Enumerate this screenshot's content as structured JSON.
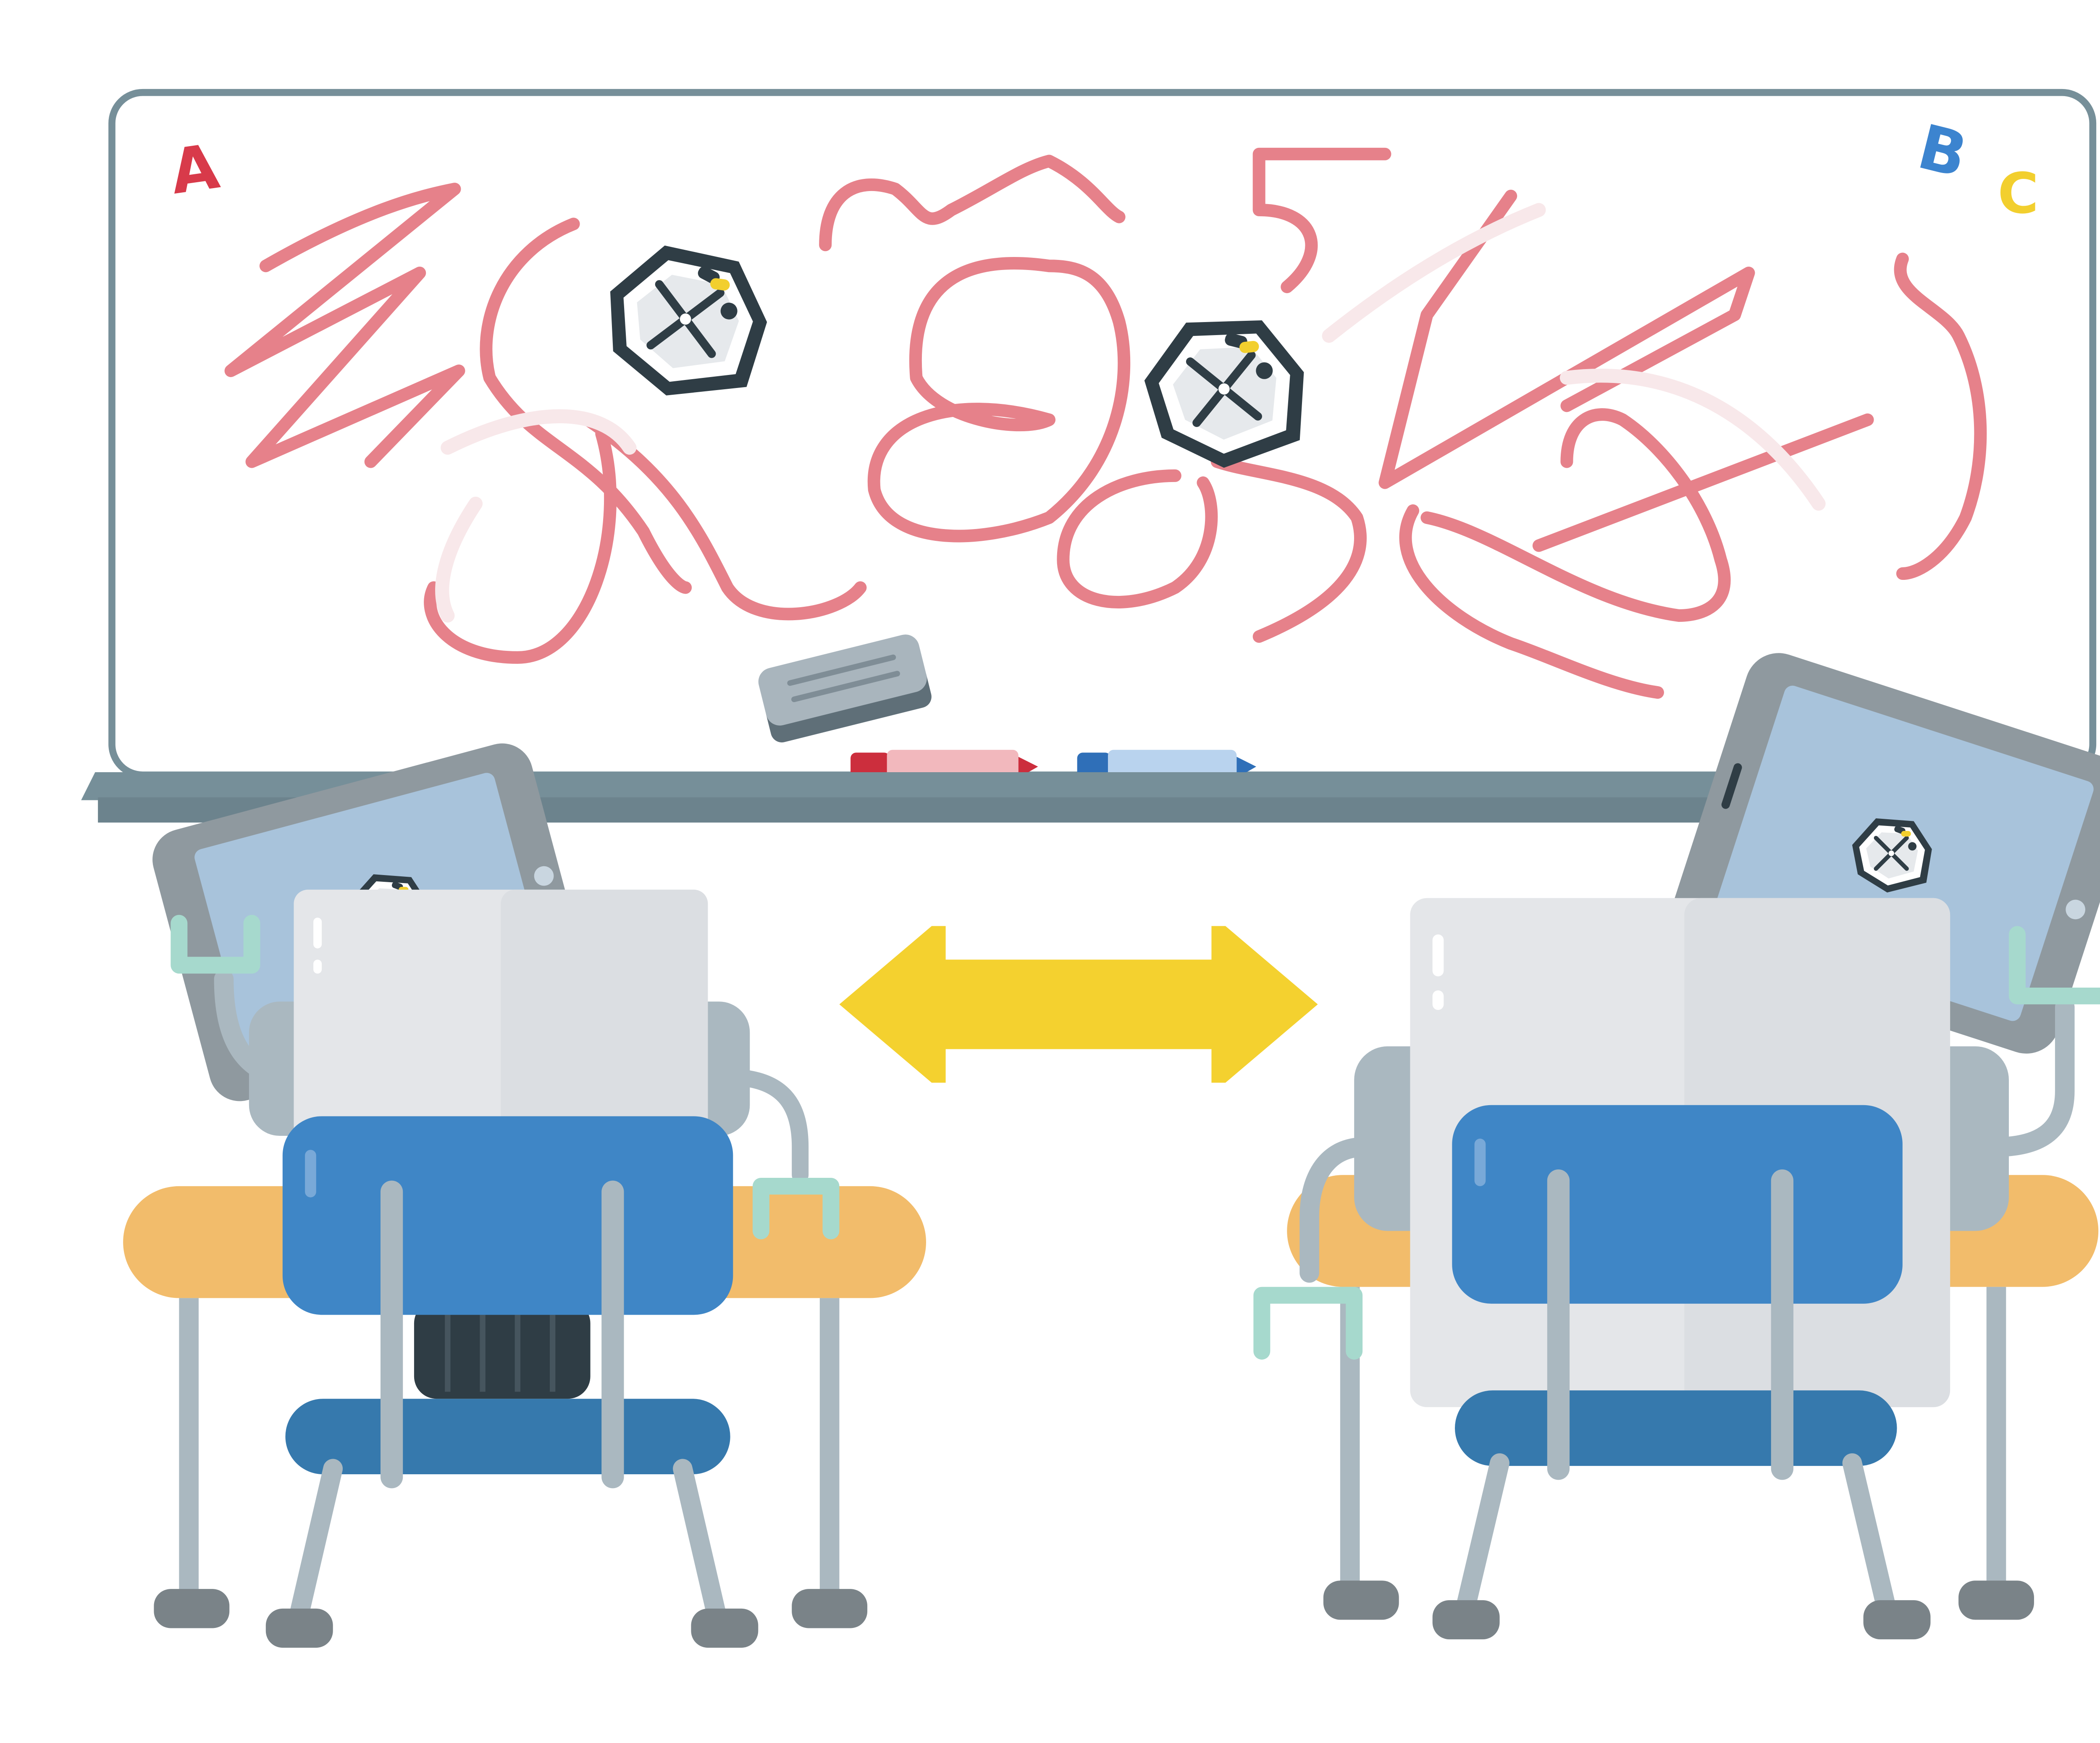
{
  "whiteboard": {
    "corner_letters": [
      "A",
      "B",
      "C"
    ],
    "letter_colors": [
      "#d83a4a",
      "#3c84cf",
      "#f2cf2e"
    ],
    "frame_color": "#768f99",
    "surface_color": "#ffffff",
    "scribble_color": "#e6818a"
  },
  "markers": [
    {
      "name": "red-marker",
      "color": "#cc2e3d"
    },
    {
      "name": "blue-marker",
      "color": "#2f6fb8"
    }
  ],
  "devices": [
    {
      "name": "left-tablet",
      "screen_color": "#a8c3db"
    },
    {
      "name": "right-tablet",
      "screen_color": "#a8c3db"
    }
  ],
  "robot_badge_icon": "robot-logo-icon",
  "exchange_arrow": {
    "icon": "double-arrow-icon",
    "color": "#f4d12f"
  },
  "desks": [
    {
      "name": "left-desk",
      "top_color": "#f2bc6b",
      "chair_color": "#3f86c6"
    },
    {
      "name": "right-desk",
      "top_color": "#f2bc6b",
      "chair_color": "#3f86c6"
    }
  ]
}
